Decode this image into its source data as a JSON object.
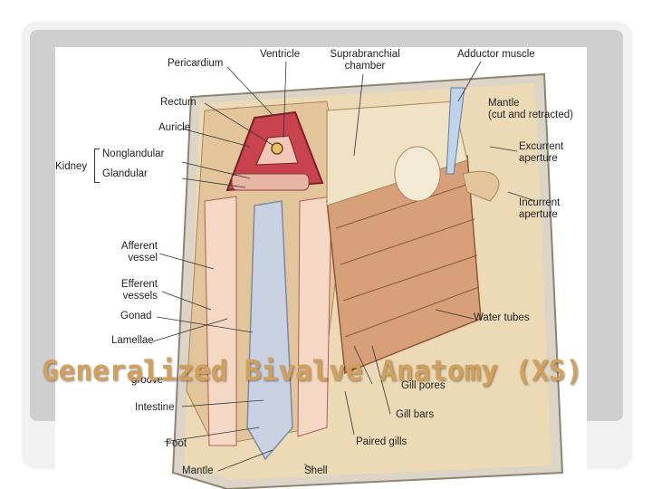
{
  "slide": {
    "title": "Generalized Bivalve Anatomy (XS)"
  },
  "diagram": {
    "labels": {
      "pericardium": "Pericardium",
      "ventricle": "Ventricle",
      "suprabranchial": "Suprabranchial\nchamber",
      "adductor": "Adductor muscle",
      "rectum": "Rectum",
      "mantle_cut": "Mantle\n(cut and retracted)",
      "auricle": "Auricle",
      "kidney": "Kidney",
      "nonglandular": "Nonglandular",
      "glandular": "Glandular",
      "excurrent": "Excurrent\naperture",
      "incurrent": "Incurrent\naperture",
      "afferent": "Afferent\nvessel",
      "efferent": "Efferent\nvessels",
      "gonad": "Gonad",
      "water_tubes": "Water tubes",
      "lamellae": "Lamellae",
      "food_groove_part": "groove",
      "gill_pores": "Gill pores",
      "intestine": "Intestine",
      "gill_bars": "Gill bars",
      "foot": "Foot",
      "paired_gills": "Paired gills",
      "mantle": "Mantle",
      "shell": "Shell"
    },
    "colors": {
      "tissue": "#e8c99a",
      "heart": "#c8434e",
      "gill": "#d7a079",
      "foot": "#c9d2e3",
      "title": "#d2a05a"
    }
  }
}
